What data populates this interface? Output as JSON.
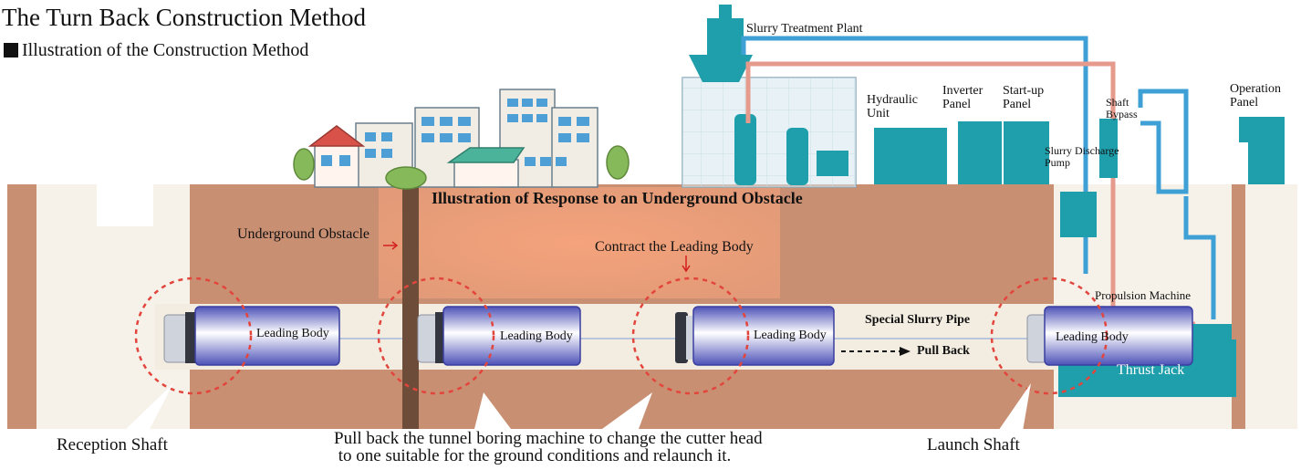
{
  "title": "The Turn Back Construction Method",
  "subtitle": "Illustration of the Construction Method",
  "colors": {
    "soil": "#c98f72",
    "soil_dark": "#b57a5d",
    "tunnel": "#f3ede1",
    "body_blue": "#5e62c6",
    "pipe_blue": "#3fa0d6",
    "pipe_red": "#e59a8c",
    "equipment_teal": "#1f9fab",
    "highlight_orange": "#f7a47c",
    "circle_red": "#e2453c",
    "arrow_red": "#d32020"
  },
  "labels": {
    "slurry_plant": "Slurry Treatment Plant",
    "hydraulic_unit": "Hydraulic\nUnit",
    "inverter_panel": "Inverter\nPanel",
    "startup_panel": "Start-up\nPanel",
    "shaft_bypass": "Shaft\nBypass",
    "operation_panel": "Operation\nPanel",
    "slurry_pump": "Slurry Discharge\nPump",
    "response_title": "Illustration of Response to an Underground Obstacle",
    "underground_obstacle": "Underground Obstacle",
    "contract": "Contract the Leading Body",
    "special_pipe": "Special Slurry Pipe",
    "pull_back": "Pull Back",
    "propulsion_machine": "Propulsion Machine",
    "thrust_jack": "Thrust Jack",
    "reception_shaft": "Reception Shaft",
    "launch_shaft": "Launch Shaft",
    "caption": "Pull back the tunnel boring machine to change the cutter head\n to one suitable for the ground conditions and relaunch it."
  },
  "leading_bodies": [
    "Leading Body",
    "Leading Body",
    "Leading Body",
    "Leading Body"
  ]
}
